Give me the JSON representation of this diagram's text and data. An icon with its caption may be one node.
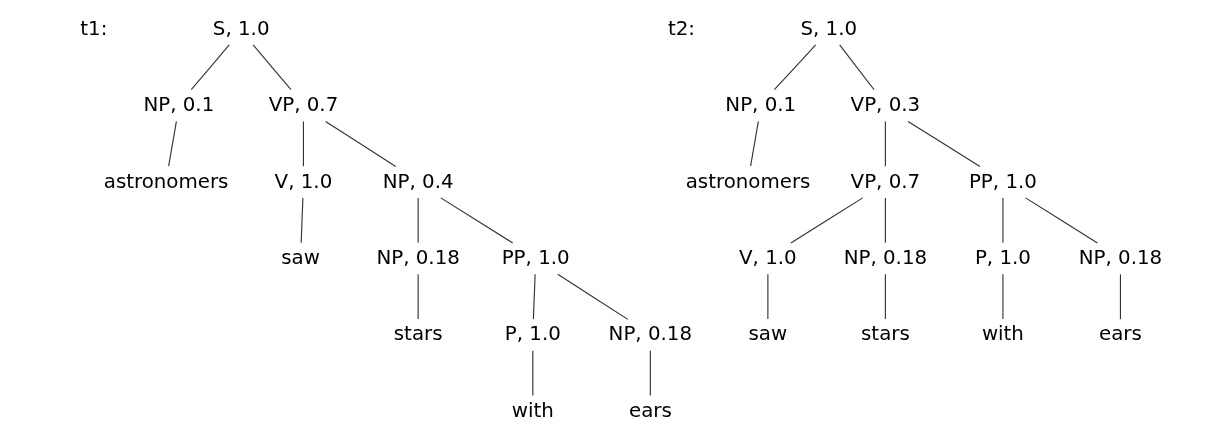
{
  "diagram": {
    "nodes": [
      {
        "text": [
          "S, 1.0"
        ]
      },
      {
        "text": [
          "NP, 0.1"
        ]
      },
      {
        "text": [
          "VP, 0.7"
        ]
      },
      {
        "text": [
          "astronomers"
        ]
      },
      {
        "text": [
          "V, 1.0"
        ]
      },
      {
        "text": [
          "NP, 0.4"
        ]
      },
      {
        "text": [
          "saw"
        ]
      },
      {
        "text": [
          "NP, 0.18"
        ]
      },
      {
        "text": [
          "PP, 1.0"
        ]
      },
      {
        "text": [
          "stars"
        ]
      },
      {
        "text": [
          "P, 1.0"
        ]
      },
      {
        "text": [
          "NP, 0.18"
        ]
      },
      {
        "text": [
          "with"
        ]
      },
      {
        "text": [
          "ears"
        ]
      },
      {
        "text": [
          "S, 1.0"
        ]
      },
      {
        "text": [
          "NP, 0.1"
        ]
      },
      {
        "text": [
          "VP, 0.3"
        ]
      },
      {
        "text": [
          "astronomers"
        ]
      },
      {
        "text": [
          "VP, 0.7"
        ]
      },
      {
        "text": [
          "PP, 1.0"
        ]
      },
      {
        "text": [
          "V, 1.0"
        ]
      },
      {
        "text": [
          "NP, 0.18"
        ]
      },
      {
        "text": [
          "P, 1.0"
        ]
      },
      {
        "text": [
          "NP, 0.18"
        ]
      },
      {
        "text": [
          "saw"
        ]
      },
      {
        "text": [
          "stars"
        ]
      },
      {
        "text": [
          "with"
        ]
      },
      {
        "text": [
          "ears"
        ]
      }
    ],
    "edges": [
      {
        "from": 0,
        "to": 1,
        "arrow": "none"
      },
      {
        "from": 0,
        "to": 2,
        "arrow": "none"
      },
      {
        "from": 1,
        "to": 3,
        "arrow": "none"
      },
      {
        "from": 2,
        "to": 4,
        "arrow": "none"
      },
      {
        "from": 2,
        "to": 5,
        "arrow": "none"
      },
      {
        "from": 4,
        "to": 6,
        "arrow": "none"
      },
      {
        "from": 5,
        "to": 7,
        "arrow": "none"
      },
      {
        "from": 5,
        "to": 8,
        "arrow": "none"
      },
      {
        "from": 7,
        "to": 9,
        "arrow": "none"
      },
      {
        "from": 8,
        "to": 10,
        "arrow": "none"
      },
      {
        "from": 8,
        "to": 11,
        "arrow": "none"
      },
      {
        "from": 10,
        "to": 12,
        "arrow": "none"
      },
      {
        "from": 11,
        "to": 13,
        "arrow": "none"
      },
      {
        "from": 14,
        "to": 15,
        "arrow": "none"
      },
      {
        "from": 14,
        "to": 16,
        "arrow": "none"
      },
      {
        "from": 15,
        "to": 17,
        "arrow": "none"
      },
      {
        "from": 16,
        "to": 18,
        "arrow": "none"
      },
      {
        "from": 16,
        "to": 19,
        "arrow": "none"
      },
      {
        "from": 18,
        "to": 20,
        "arrow": "none"
      },
      {
        "from": 18,
        "to": 21,
        "arrow": "none"
      },
      {
        "from": 19,
        "to": 22,
        "arrow": "none"
      },
      {
        "from": 19,
        "to": 23,
        "arrow": "none"
      },
      {
        "from": 20,
        "to": 24,
        "arrow": "none"
      },
      {
        "from": 21,
        "to": 25,
        "arrow": "none"
      },
      {
        "from": 22,
        "to": 26,
        "arrow": "none"
      },
      {
        "from": 23,
        "to": 27,
        "arrow": "none"
      }
    ],
    "labels": [
      "t1:",
      "t2:"
    ]
  }
}
